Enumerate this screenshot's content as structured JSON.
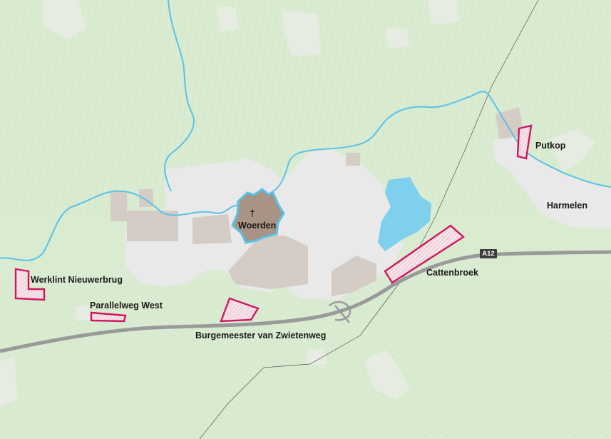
{
  "map": {
    "town_center": {
      "label": "Woerden",
      "symbol": "†"
    },
    "places": {
      "putkop": "Putkop",
      "harmelen": "Harmelen",
      "cattenbroek": "Cattenbroek",
      "werklint": "Werklint Nieuwerbrug",
      "parallelweg": "Parallelweg West",
      "burgemeester": "Burgemeester van Zwietenweg"
    },
    "road_shield": "A12",
    "colors": {
      "land": "#d9ebd0",
      "field_lines": "#c9e0bd",
      "urban": "#e9e9e9",
      "industrial": "#d6ccc6",
      "historic_center": "#a89385",
      "water": "#7fd0ec",
      "river": "#5bc2e7",
      "motorway": "#9a9a9a",
      "site_outline": "#d1165f",
      "site_fill": "#f6dde4"
    }
  }
}
